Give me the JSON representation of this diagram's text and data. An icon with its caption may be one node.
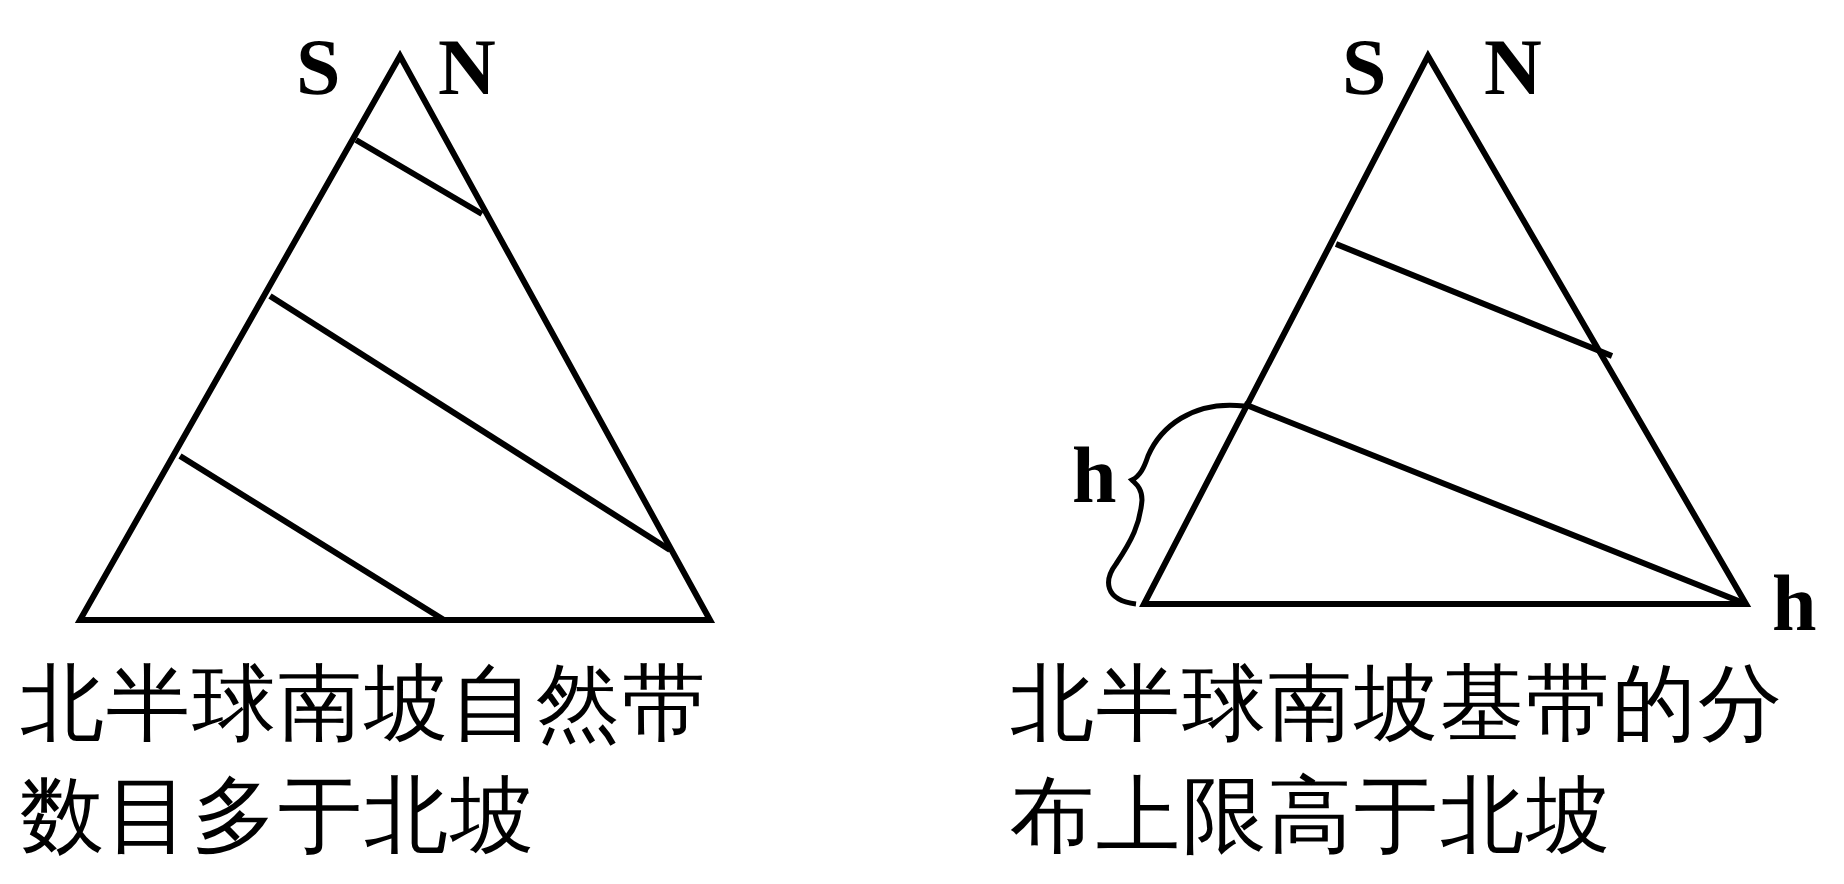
{
  "diagram": {
    "labels": [
      "S",
      "N",
      "S",
      "N",
      "h",
      "h",
      "北半球南坡自然带数目多于北坡",
      "北半球南坡基带的分布上限高于北坡"
    ]
  }
}
